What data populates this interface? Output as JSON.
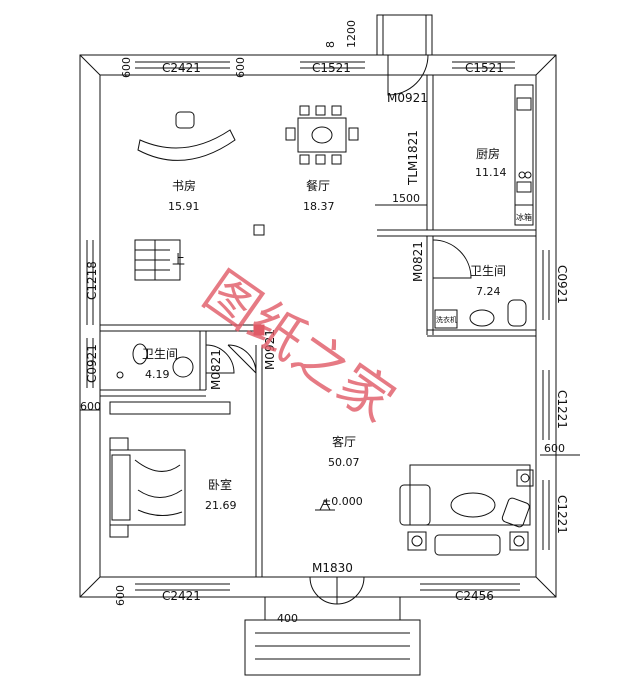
{
  "rooms": {
    "study": {
      "name": "书房",
      "area": "15.91"
    },
    "dining": {
      "name": "餐厅",
      "area": "18.37"
    },
    "kitchen": {
      "name": "厨房",
      "area": "11.14"
    },
    "bath_right": {
      "name": "卫生间",
      "area": "7.24"
    },
    "bath_left": {
      "name": "卫生间",
      "area": "4.19"
    },
    "living": {
      "name": "客厅",
      "area": "50.07"
    },
    "bedroom": {
      "name": "卧室",
      "area": "21.69"
    }
  },
  "window_labels": {
    "top_left": "C2421",
    "top_mid": "C1521",
    "top_right": "C1521",
    "left_upper": "C1218",
    "left_lower": "C0921",
    "right_bath": "C0921",
    "right_mid": "C1221",
    "right_low": "C1221",
    "bottom_left": "C2421",
    "bottom_right": "C2456"
  },
  "door_labels": {
    "entry_top": "M0921",
    "kitchen_slide": "TLM1821",
    "bath_right": "M0821",
    "bath_left": "M0821",
    "bedroom": "M0921",
    "main": "M1830"
  },
  "dimensions": {
    "d600_top_left": "600",
    "d600_top_mid": "600",
    "d600_left": "600",
    "d600_right": "600",
    "d600_bottom": "600",
    "d1500": "1500",
    "d1200": "1200",
    "d8": "8",
    "d400": "400",
    "level": "±0.000"
  },
  "stair_label": "上",
  "fridge_label": "冰箱",
  "washer_label": "洗衣机",
  "watermark": "图纸之家"
}
